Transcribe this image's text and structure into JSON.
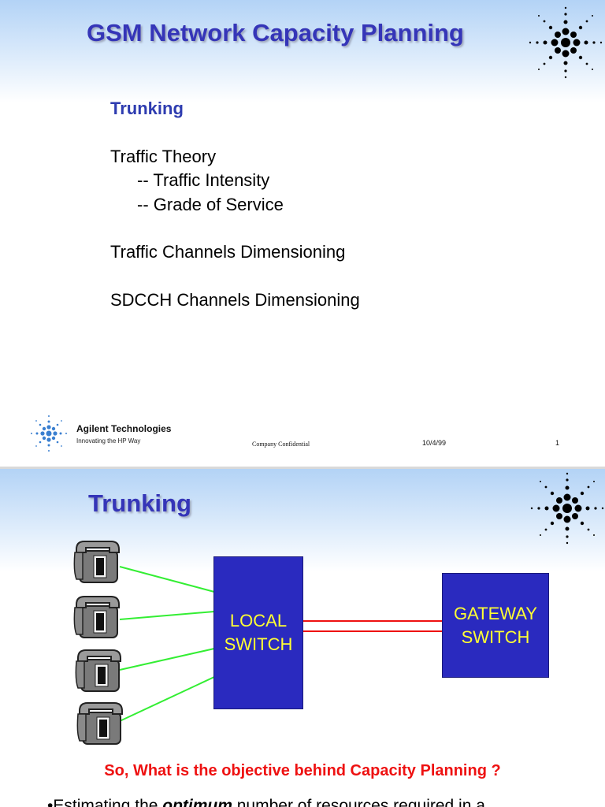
{
  "slide1": {
    "title": "GSM Network Capacity Planning",
    "subheading": "Trunking",
    "lines": [
      "Traffic Theory",
      "-- Traffic Intensity",
      "-- Grade of Service",
      "Traffic Channels Dimensioning",
      "SDCCH Channels Dimensioning"
    ],
    "footer": {
      "brand": "Agilent Technologies",
      "tagline": "Innovating the HP Way",
      "confidential": "Company Confidential",
      "date": "10/4/99",
      "page": "1"
    },
    "starburst_icon": "agilent-spark-icon"
  },
  "slide2": {
    "title": "Trunking",
    "local_switch": "LOCAL\nSWITCH",
    "gateway_switch": "GATEWAY\nSWITCH",
    "question": "So, What is the objective behind Capacity Planning ?",
    "bullet": {
      "marker": "•",
      "before": "Estimating the ",
      "emphasis": "optimum",
      "after": " number of resources required in a"
    },
    "phone_icon": "telephone-icon"
  },
  "colors": {
    "title": "#3535b8",
    "switch_fill": "#2a2abf",
    "switch_text": "#ffff33",
    "line_phone": "#33ee33",
    "line_trunk": "#ee1111",
    "question": "#ee1111"
  }
}
